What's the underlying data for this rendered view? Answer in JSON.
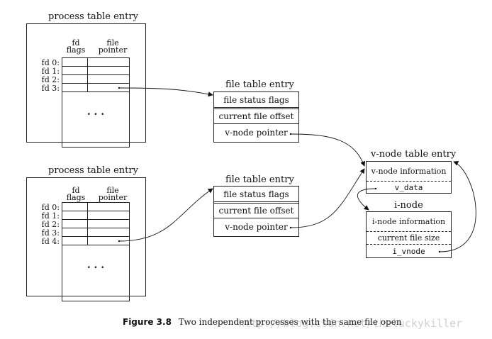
{
  "process_table_1": {
    "title": "process table entry",
    "col_flags": "fd\nflags",
    "col_pointer": "file\npointer",
    "fd_labels": [
      "fd 0:",
      "fd 1:",
      "fd 2:",
      "fd 3:"
    ],
    "dots": ". . ."
  },
  "process_table_2": {
    "title": "process table entry",
    "col_flags": "fd\nflags",
    "col_pointer": "file\npointer",
    "fd_labels": [
      "fd 0:",
      "fd 1:",
      "fd 2:",
      "fd 3:",
      "fd 4:"
    ],
    "dots": ". . ."
  },
  "file_table_1": {
    "title": "file table entry",
    "rows": [
      "file status flags",
      "current file offset",
      "v-node pointer"
    ]
  },
  "file_table_2": {
    "title": "file table entry",
    "rows": [
      "file status flags",
      "current file offset",
      "v-node pointer"
    ]
  },
  "vnode_table": {
    "title": "v-node table entry",
    "info": "v-node information",
    "field": "v_data"
  },
  "inode": {
    "title": "i-node",
    "info": "i-node information",
    "size": "current file size",
    "field": "i_vnode"
  },
  "caption": {
    "label": "Figure 3.8",
    "text": "Two independent processes with the same file open"
  },
  "watermark": "http://blog.csdn.net/theluckykiller"
}
